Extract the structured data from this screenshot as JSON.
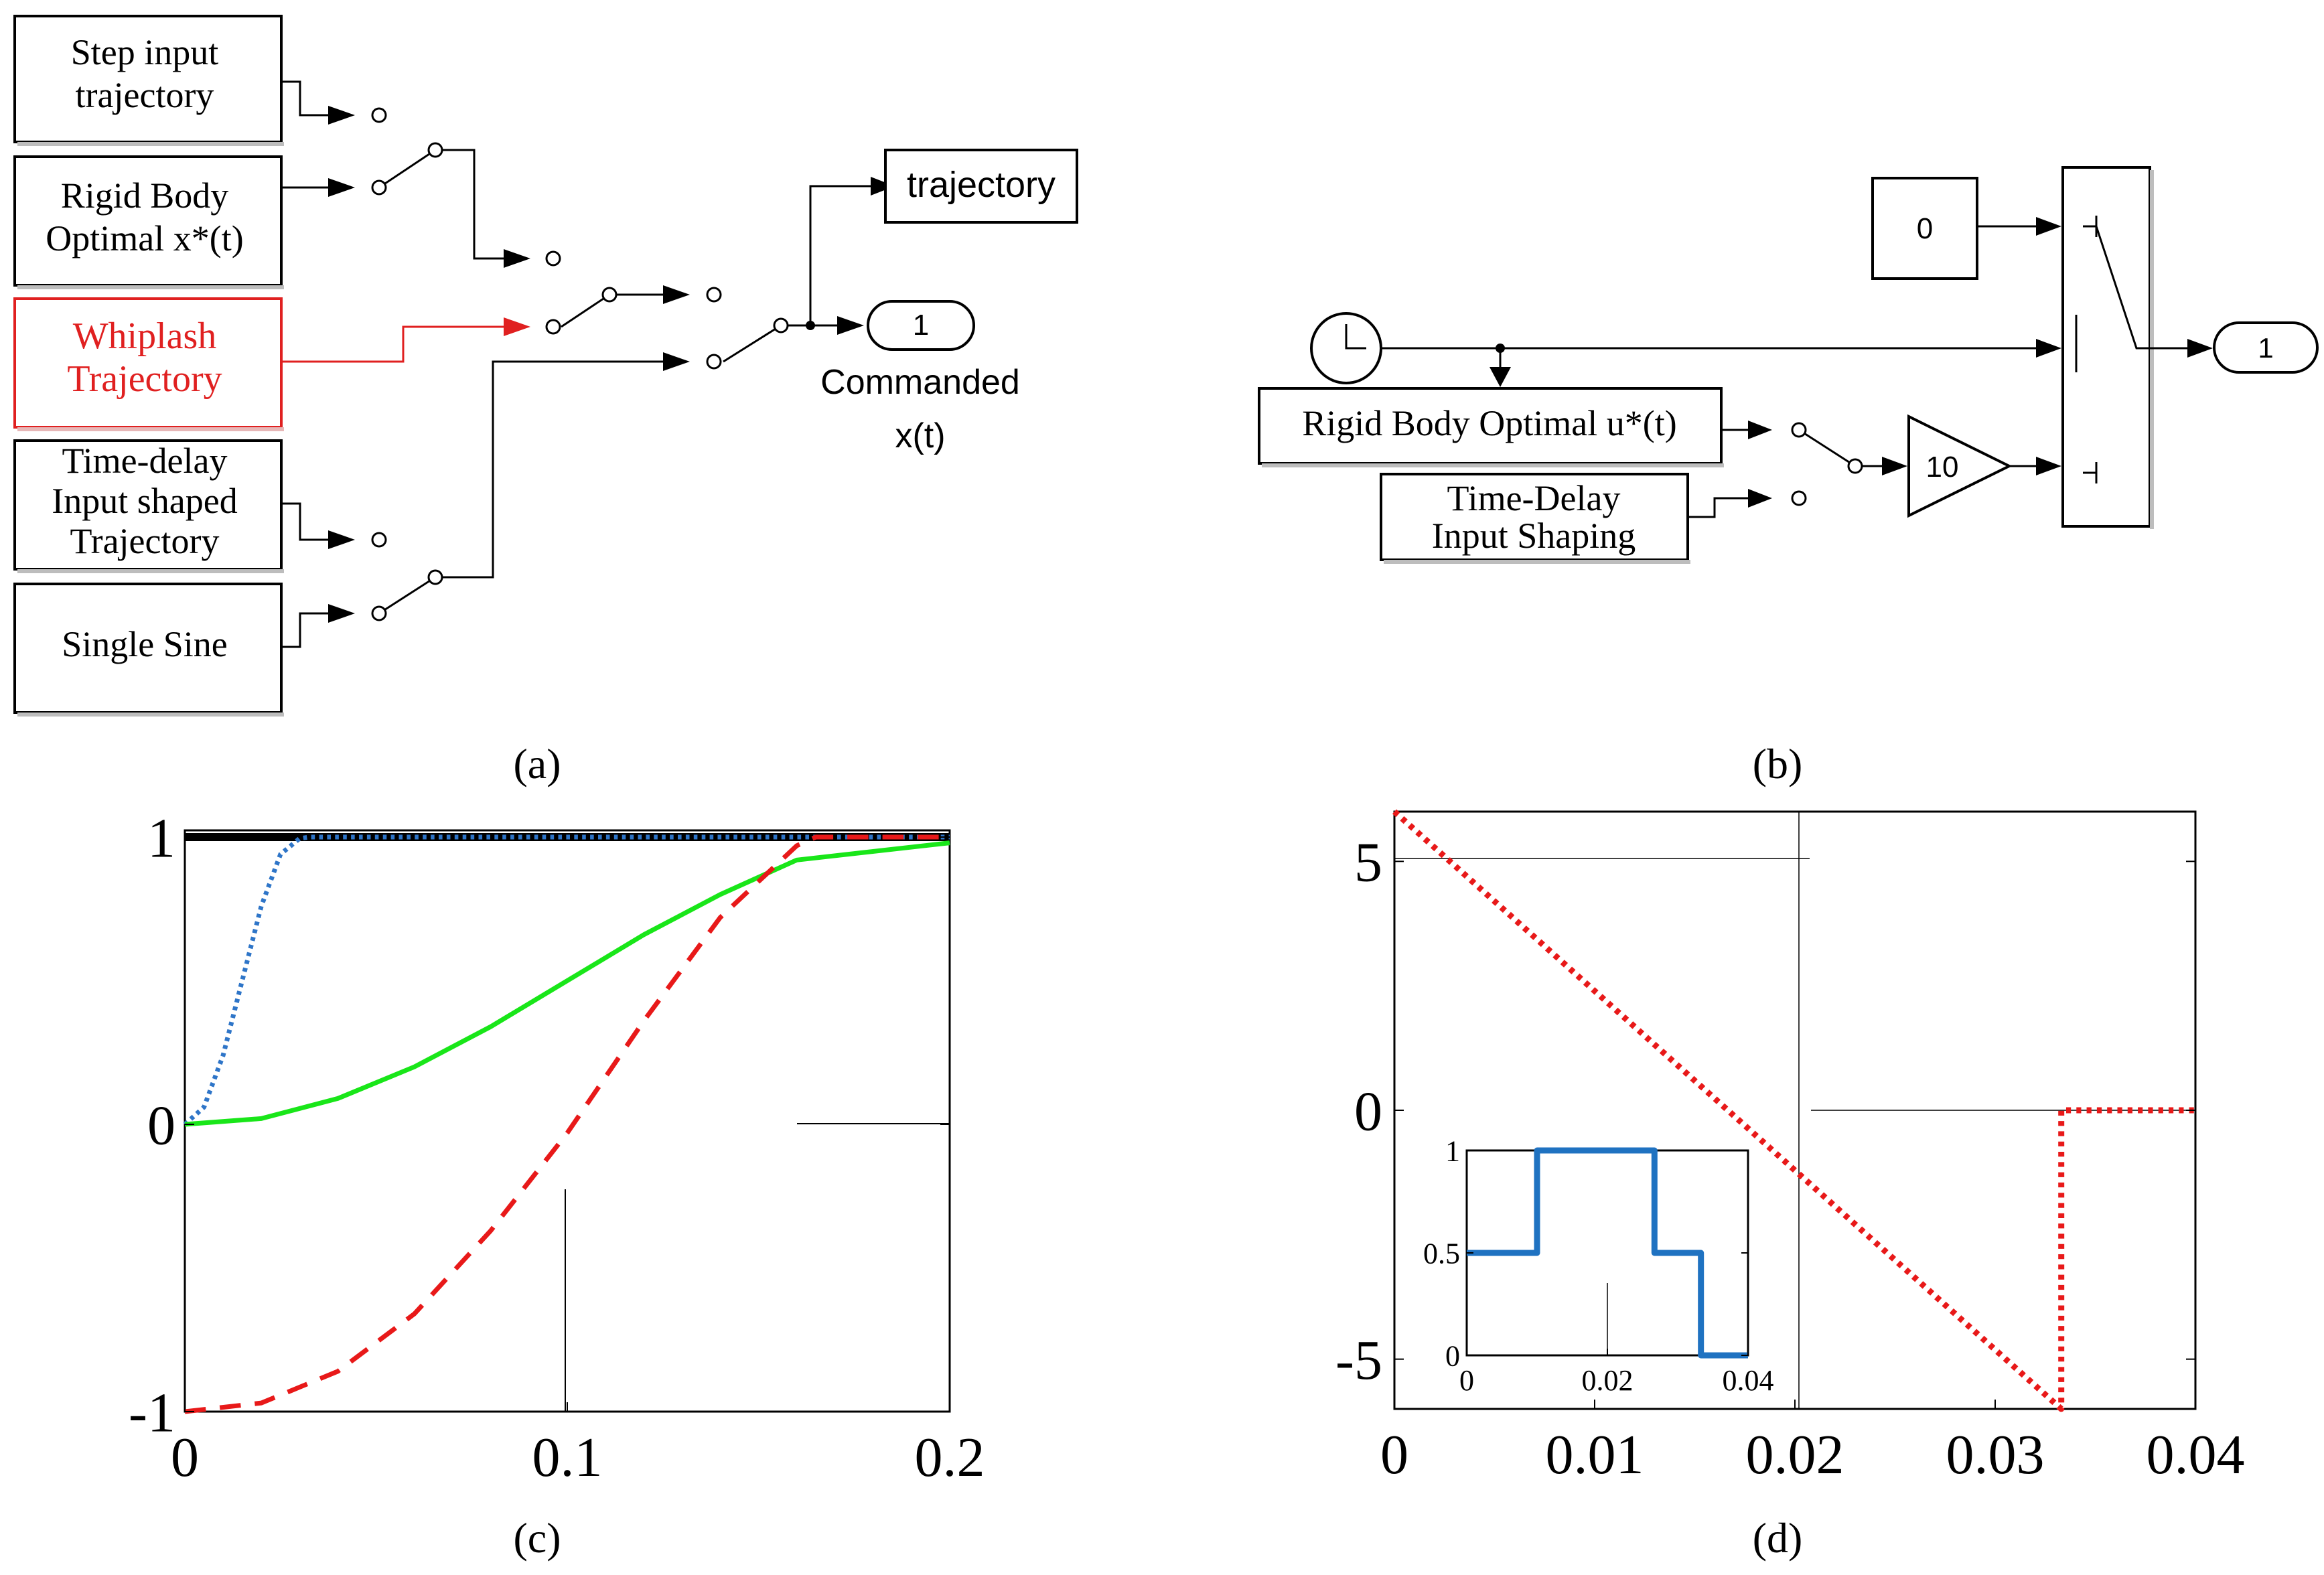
{
  "panel_a": {
    "caption": "(a)",
    "blocks": {
      "step": [
        "Step input",
        "trajectory"
      ],
      "rigid": [
        "Rigid Body",
        "Optimal x*(t)"
      ],
      "whiplash": [
        "Whiplash",
        "Trajectory"
      ],
      "timedelay": [
        "Time-delay",
        "Input shaped",
        "Trajectory"
      ],
      "sine": [
        "Single Sine"
      ]
    },
    "scope_label": "trajectory",
    "outport_number": "1",
    "outport_label": [
      "Commanded",
      "x(t)"
    ],
    "highlight_color": "#e02020"
  },
  "panel_b": {
    "caption": "(b)",
    "constant_value": "0",
    "rigid_label": "Rigid Body Optimal u*(t)",
    "timedelay_label": [
      "Time-Delay",
      "Input Shaping"
    ],
    "gain_value": "10",
    "outport_number": "1"
  },
  "panel_c": {
    "caption": "(c)"
  },
  "panel_d": {
    "caption": "(d)"
  },
  "chart_data": [
    {
      "type": "line",
      "xlim": [
        0,
        0.2
      ],
      "ylim": [
        -1,
        1
      ],
      "xticks": [
        "0",
        "0.1",
        "0.2"
      ],
      "yticks": [
        "-1",
        "0",
        "1"
      ],
      "grid": false,
      "series": [
        {
          "style": "solid",
          "color": "#000000",
          "x": [
            0,
            0.2
          ],
          "y": [
            1,
            1
          ]
        },
        {
          "style": "dotted",
          "color": "#2e75c8",
          "x": [
            0,
            0.005,
            0.01,
            0.015,
            0.02,
            0.025,
            0.03,
            0.0325,
            0.2
          ],
          "y": [
            0,
            0.06,
            0.24,
            0.5,
            0.76,
            0.94,
            0.995,
            1,
            1
          ]
        },
        {
          "style": "solid",
          "color": "#19e619",
          "x": [
            0,
            0.02,
            0.04,
            0.06,
            0.08,
            0.1,
            0.12,
            0.14,
            0.16,
            0.2
          ],
          "y": [
            0,
            0.02,
            0.09,
            0.2,
            0.34,
            0.5,
            0.66,
            0.8,
            0.92,
            0.98
          ]
        },
        {
          "style": "dashed",
          "color": "#e81919",
          "x": [
            0,
            0.02,
            0.04,
            0.06,
            0.08,
            0.1,
            0.12,
            0.14,
            0.16,
            0.165,
            0.2
          ],
          "y": [
            -1,
            -0.97,
            -0.86,
            -0.66,
            -0.37,
            -0.03,
            0.36,
            0.72,
            0.97,
            1,
            1
          ]
        }
      ]
    },
    {
      "type": "line",
      "xlim": [
        0,
        0.04
      ],
      "ylim": [
        -6,
        6
      ],
      "xticks": [
        "0",
        "0.01",
        "0.02",
        "0.03",
        "0.04"
      ],
      "yticks": [
        "5",
        "0",
        "-5"
      ],
      "grid": false,
      "series": [
        {
          "style": "dotted",
          "color": "#e81919",
          "x": [
            0,
            0.0333,
            0.0333,
            0.04
          ],
          "y": [
            6,
            -6,
            0,
            0
          ]
        }
      ],
      "inset": {
        "type": "line",
        "xlim": [
          0,
          0.04
        ],
        "ylim": [
          0,
          1
        ],
        "xticks": [
          "0",
          "0.02",
          "0.04"
        ],
        "yticks": [
          "1",
          "0.5",
          "0"
        ],
        "series": [
          {
            "style": "solid",
            "color": "#1f72c1",
            "x": [
              0,
              0.01,
              0.01,
              0.0267,
              0.0267,
              0.0333,
              0.0333,
              0.04
            ],
            "y": [
              0.5,
              0.5,
              1,
              1,
              0.5,
              0.5,
              0,
              0
            ]
          }
        ]
      }
    }
  ]
}
